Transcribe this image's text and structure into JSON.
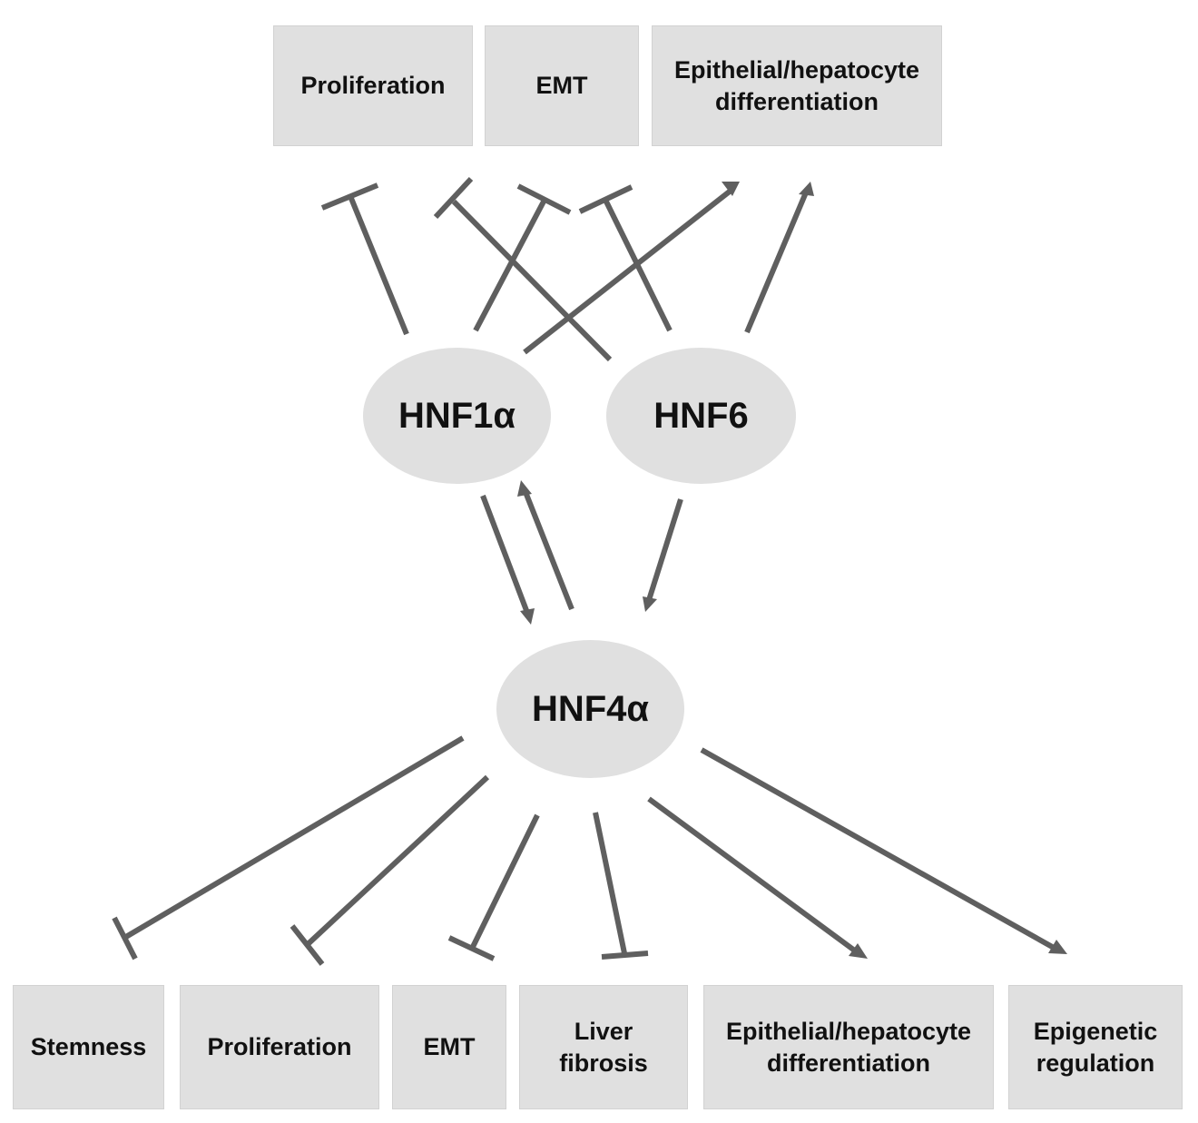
{
  "top_outcomes": {
    "proliferation": "Proliferation",
    "emt": "EMT",
    "differentiation": "Epithelial/hepatocyte\ndifferentiation"
  },
  "nodes": {
    "hnf1a": "HNF1α",
    "hnf6": "HNF6",
    "hnf4a": "HNF4α"
  },
  "bottom_outcomes": {
    "stemness": "Stemness",
    "proliferation": "Proliferation",
    "emt": "EMT",
    "liver_fibrosis": "Liver\nfibrosis",
    "differentiation": "Epithelial/hepatocyte\ndifferentiation",
    "epigenetic": "Epigenetic\nregulation"
  },
  "colors": {
    "box_fill": "#e0e0e0",
    "edge": "#5f5f5f",
    "text": "#111111"
  },
  "relations": [
    {
      "from": "HNF1α",
      "to": "Proliferation (top)",
      "type": "inhibition"
    },
    {
      "from": "HNF1α",
      "to": "EMT (top)",
      "type": "inhibition"
    },
    {
      "from": "HNF1α",
      "to": "Epithelial/hepatocyte differentiation (top)",
      "type": "activation"
    },
    {
      "from": "HNF6",
      "to": "Proliferation (top)",
      "type": "inhibition"
    },
    {
      "from": "HNF6",
      "to": "EMT (top)",
      "type": "inhibition"
    },
    {
      "from": "HNF6",
      "to": "Epithelial/hepatocyte differentiation (top)",
      "type": "activation"
    },
    {
      "from": "HNF1α",
      "to": "HNF4α",
      "type": "activation"
    },
    {
      "from": "HNF4α",
      "to": "HNF1α",
      "type": "activation"
    },
    {
      "from": "HNF6",
      "to": "HNF4α",
      "type": "activation"
    },
    {
      "from": "HNF4α",
      "to": "Stemness",
      "type": "inhibition"
    },
    {
      "from": "HNF4α",
      "to": "Proliferation (bottom)",
      "type": "inhibition"
    },
    {
      "from": "HNF4α",
      "to": "EMT (bottom)",
      "type": "inhibition"
    },
    {
      "from": "HNF4α",
      "to": "Liver fibrosis",
      "type": "inhibition"
    },
    {
      "from": "HNF4α",
      "to": "Epithelial/hepatocyte differentiation (bottom)",
      "type": "activation"
    },
    {
      "from": "HNF4α",
      "to": "Epigenetic regulation",
      "type": "activation"
    }
  ]
}
